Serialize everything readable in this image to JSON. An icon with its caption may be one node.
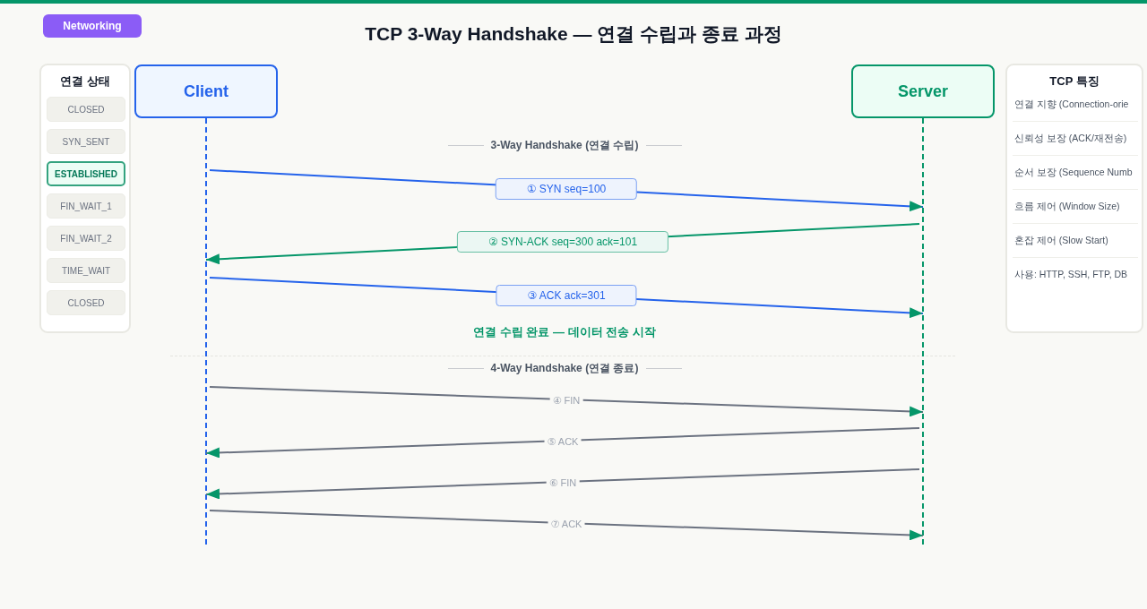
{
  "diagram": {
    "title": "TCP 3-Way Handshake — 연결 수립과 종료 과정",
    "nodes": [
      {
        "text": [
          "Networking"
        ]
      },
      {
        "text": [
          "연결 상태"
        ]
      },
      {
        "text": [
          "CLOSED"
        ],
        "in": 1
      },
      {
        "text": [
          "SYN_SENT"
        ],
        "in": 1
      },
      {
        "text": [
          "ESTABLISHED"
        ],
        "in": 1
      },
      {
        "text": [
          "FIN_WAIT_1"
        ],
        "in": 1
      },
      {
        "text": [
          "FIN_WAIT_2"
        ],
        "in": 1
      },
      {
        "text": [
          "TIME_WAIT"
        ],
        "in": 1
      },
      {
        "text": [
          "CLOSED"
        ],
        "in": 1
      },
      {
        "text": [
          "Client"
        ]
      },
      {
        "text": [
          "Server"
        ]
      },
      {
        "text": [
          "TCP 특징",
          "연결 지향 (Connection-orie",
          "신뢰성 보장 (ACK/재전송)",
          "순서 보장 (Sequence Numb",
          "흐름 제어 (Window Size)",
          "혼잡 제어 (Slow Start)",
          "사용: HTTP, SSH, FTP, DB"
        ]
      }
    ],
    "edges": [
      {
        "from": 9,
        "to": 10,
        "arrow": "to",
        "label": "① SYN seq=100",
        "color": "#2563eb"
      },
      {
        "from": 10,
        "to": 9,
        "arrow": "to",
        "label": "② SYN-ACK seq=300 ack=101",
        "color": "#059669"
      },
      {
        "from": 9,
        "to": 10,
        "arrow": "to",
        "label": "③ ACK ack=301",
        "color": "#2563eb"
      },
      {
        "from": 9,
        "to": 10,
        "arrow": "to",
        "label": "④ FIN"
      },
      {
        "from": 10,
        "to": 9,
        "arrow": "to",
        "label": "⑤ ACK"
      },
      {
        "from": 10,
        "to": 9,
        "arrow": "to",
        "label": "⑥ FIN"
      },
      {
        "from": 9,
        "to": 10,
        "arrow": "to",
        "label": "⑦ ACK"
      }
    ],
    "labels": [
      "3-Way Handshake (연결 수립)",
      "연결 수립 완료 — 데이터 전송 시작",
      "4-Way Handshake (연결 종료)"
    ]
  }
}
